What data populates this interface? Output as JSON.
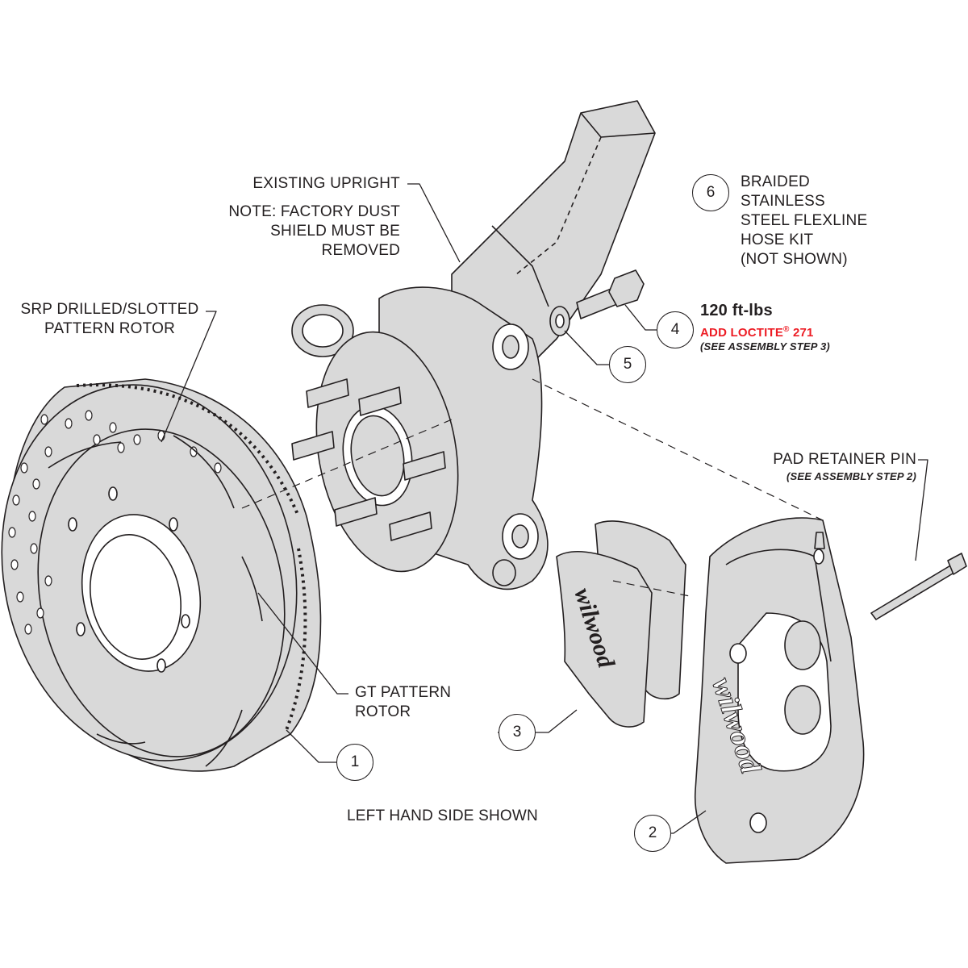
{
  "labels": {
    "existing_upright": "EXISTING UPRIGHT",
    "note": [
      "NOTE: FACTORY DUST",
      "SHIELD MUST BE",
      "REMOVED"
    ],
    "srp_rotor": [
      "SRP DRILLED/SLOTTED",
      "PATTERN ROTOR"
    ],
    "gt_rotor": [
      "GT PATTERN",
      "ROTOR"
    ],
    "flexline": [
      "BRAIDED",
      "STAINLESS",
      "STEEL FLEXLINE",
      "HOSE KIT",
      "(NOT SHOWN)"
    ],
    "torque": "120 ft-lbs",
    "loctite_prefix": "ADD LOCTITE",
    "loctite_reg": "®",
    "loctite_suffix": " 271",
    "see_step_3": "(SEE ASSEMBLY STEP 3)",
    "pad_retainer_pin": "PAD RETAINER PIN",
    "see_step_2": "(SEE ASSEMBLY STEP 2)",
    "side_shown": "LEFT HAND SIDE SHOWN"
  },
  "callouts": [
    "1",
    "2",
    "3",
    "4",
    "5",
    "6"
  ],
  "brand": "wilwood",
  "colors": {
    "line": "#231f20",
    "fill": "#d9d9d9",
    "accent": "#ed1c24"
  }
}
